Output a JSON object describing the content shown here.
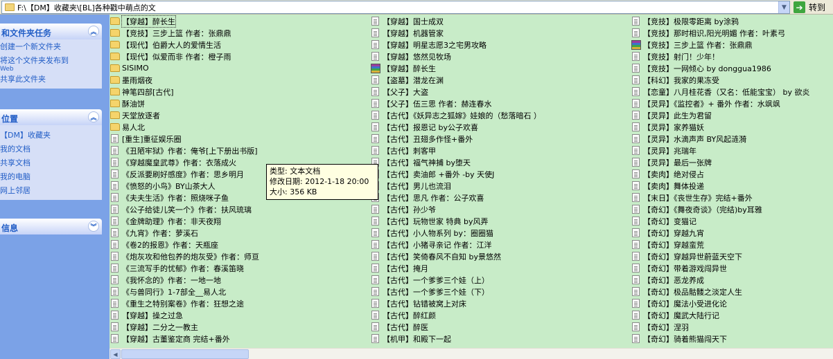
{
  "address": {
    "path": "F:\\【DM】收藏夹\\[BL]各种戳中萌点的文",
    "go_label": "转到"
  },
  "tasks_panel": {
    "title": "和文件夹任务",
    "items": [
      "创建一个新文件夹",
      "将这个文件夹发布到",
      "Web",
      "共享此文件夹"
    ]
  },
  "places_panel": {
    "title": "位置",
    "items": [
      "【DM】收藏夹",
      "我的文档",
      "共享文档",
      "我的电脑",
      "网上邻居"
    ]
  },
  "details_panel": {
    "title": "信息"
  },
  "tooltip": {
    "type_line": "类型: 文本文档",
    "date_line": "修改日期: 2012-1-18 20:00",
    "size_line": "大小: 356 KB"
  },
  "scrollbar": {
    "position": 0.18
  },
  "files": {
    "col1": [
      {
        "icon": "folder",
        "name": "【穿越】醉长生",
        "selected": true
      },
      {
        "icon": "folder",
        "name": "【竞技】三步上篮  作者：张鼎鼎"
      },
      {
        "icon": "folder",
        "name": "【现代】伯爵大人的爱情生活"
      },
      {
        "icon": "folder",
        "name": "【现代】似爱而非  作者：橙子雨"
      },
      {
        "icon": "folder",
        "name": "SISIMO"
      },
      {
        "icon": "folder",
        "name": "墨雨烟夜"
      },
      {
        "icon": "folder",
        "name": "神笔四部[古代]"
      },
      {
        "icon": "folder",
        "name": "酥油饼"
      },
      {
        "icon": "folder",
        "name": "天堂放逐者"
      },
      {
        "icon": "folder",
        "name": "易人北"
      },
      {
        "icon": "doc",
        "name": "[重生]重征娱乐圈"
      },
      {
        "icon": "doc",
        "name": "《丑陋牢狱》作者：俺爷[上下册出书版]"
      },
      {
        "icon": "doc",
        "name": "《穿越魔皇武尊》作者：衣落成火"
      },
      {
        "icon": "doc",
        "name": "《反派要刷好感度》作者：思乡明月"
      },
      {
        "icon": "doc",
        "name": "《愤怒的小鸟》BY山茶大人"
      },
      {
        "icon": "doc",
        "name": "《夫夫生活》作者：照烧咪子鱼"
      },
      {
        "icon": "doc",
        "name": "《公子给徒儿笑一个》作者：扶风琉璃"
      },
      {
        "icon": "doc",
        "name": "《金牌助理》作者：非天夜翔"
      },
      {
        "icon": "doc",
        "name": "《九宵》作者：萝溪石"
      },
      {
        "icon": "doc",
        "name": "《卷2的报恩》作者：天瓶座"
      },
      {
        "icon": "doc",
        "name": "《炮灰攻和他包养的炮灰受》作者：师亘"
      },
      {
        "icon": "doc",
        "name": "《三流写手的忧郁》作者：春溪笛晓"
      },
      {
        "icon": "doc",
        "name": "《我怀念的》作者：一地一地"
      },
      {
        "icon": "doc",
        "name": "《与兽同行》1-7部全__易人北"
      },
      {
        "icon": "doc",
        "name": "《重生之特别案卷》作者：狂想之途"
      },
      {
        "icon": "doc",
        "name": "【穿越】操之过急"
      },
      {
        "icon": "doc",
        "name": "【穿越】二分之一教主"
      },
      {
        "icon": "doc",
        "name": "【穿越】古董鉴定商  完结+番外"
      }
    ],
    "col2": [
      {
        "icon": "doc",
        "name": "【穿越】国士成双"
      },
      {
        "icon": "doc",
        "name": "【穿越】机器管家"
      },
      {
        "icon": "doc",
        "name": "【穿越】明星志愿3之宅男攻略"
      },
      {
        "icon": "doc",
        "name": "【穿越】悠然见牧场"
      },
      {
        "icon": "rar",
        "name": "【穿越】醉长生"
      },
      {
        "icon": "doc",
        "name": "【盗墓】潜龙在渊"
      },
      {
        "icon": "doc",
        "name": "【父子】大盗"
      },
      {
        "icon": "doc",
        "name": "【父子】伍三思  作者：赫连春水"
      },
      {
        "icon": "doc",
        "name": "【古代】《妖异志之狐嫁》娃娘的（愁落暗石  ）"
      },
      {
        "icon": "doc",
        "name": "【古代】报恩记  by公子欢喜"
      },
      {
        "icon": "doc",
        "name": "【古代】丑翅多作怪+番外"
      },
      {
        "icon": "doc",
        "name": "【古代】刺客甲"
      },
      {
        "icon": "doc",
        "name": "【古代】福气神捕  by堕天"
      },
      {
        "icon": "doc",
        "name": "【古代】卖油郎  +番外  -by  天使J"
      },
      {
        "icon": "doc",
        "name": "【古代】男儿也流泪"
      },
      {
        "icon": "doc",
        "name": "【古代】思凡  作者：公子欢喜"
      },
      {
        "icon": "doc",
        "name": "【古代】孙少爷"
      },
      {
        "icon": "doc",
        "name": "【古代】玩物世家  特典  by风弄"
      },
      {
        "icon": "doc",
        "name": "【古代】小人物系列  by：圈圈猫"
      },
      {
        "icon": "doc",
        "name": "【古代】小猪寻亲记  作者：江洋"
      },
      {
        "icon": "doc",
        "name": "【古代】笑倚春风不自知  by景悠然"
      },
      {
        "icon": "doc",
        "name": "【古代】掩月"
      },
      {
        "icon": "doc",
        "name": "【古代】一个爹爹三个娃（上）"
      },
      {
        "icon": "doc",
        "name": "【古代】一个爹爹三个娃（下）"
      },
      {
        "icon": "doc",
        "name": "【古代】钻错被窝上对床"
      },
      {
        "icon": "doc",
        "name": "【古代】醉红颜"
      },
      {
        "icon": "doc",
        "name": "【古代】醉医"
      },
      {
        "icon": "doc",
        "name": "【机甲】和殿下一起"
      }
    ],
    "col3": [
      {
        "icon": "doc",
        "name": "【竞技】极限零距离  by涂鸦"
      },
      {
        "icon": "doc",
        "name": "【竞技】那时相识,阳光明媚  作者：叶素弓"
      },
      {
        "icon": "rar",
        "name": "【竞技】三步上篮  作者：张鼎鼎"
      },
      {
        "icon": "doc",
        "name": "【竞技】射门！少年！"
      },
      {
        "icon": "doc",
        "name": "【竞技】一网倾心  by  donggua1986"
      },
      {
        "icon": "doc",
        "name": "【科幻】我家的果冻受"
      },
      {
        "icon": "doc",
        "name": "【恋童】八月桂花香（又名：低能宝宝）  by  欲炎"
      },
      {
        "icon": "doc",
        "name": "【灵异】《监控者》+  番外  作者：水飒飒"
      },
      {
        "icon": "doc",
        "name": "【灵异】此生为君留"
      },
      {
        "icon": "doc",
        "name": "【灵异】家养猫妖"
      },
      {
        "icon": "doc",
        "name": "【灵异】水滴声声  BY风起涟漪"
      },
      {
        "icon": "doc",
        "name": "【灵异】兆瑞年"
      },
      {
        "icon": "doc",
        "name": "【灵异】最后一张牌"
      },
      {
        "icon": "doc",
        "name": "【卖肉】绝对侵占"
      },
      {
        "icon": "doc",
        "name": "【卖肉】舞体投递"
      },
      {
        "icon": "doc",
        "name": "【末日】《丧世生存》完结+番外"
      },
      {
        "icon": "doc",
        "name": "【奇幻】《舞夜奇谈》（完结)by耳雅"
      },
      {
        "icon": "doc",
        "name": "【奇幻】变猫记"
      },
      {
        "icon": "doc",
        "name": "【奇幻】穿越九宵"
      },
      {
        "icon": "doc",
        "name": "【奇幻】穿越蛮荒"
      },
      {
        "icon": "doc",
        "name": "【奇幻】穿越异世蔚蓝天空下"
      },
      {
        "icon": "doc",
        "name": "【奇幻】带着游戏闯异世"
      },
      {
        "icon": "doc",
        "name": "【奇幻】恶龙养成"
      },
      {
        "icon": "doc",
        "name": "【奇幻】极品骷髅之淡定人生"
      },
      {
        "icon": "doc",
        "name": "【奇幻】魔法小受进化论"
      },
      {
        "icon": "doc",
        "name": "【奇幻】魔武大陆行记"
      },
      {
        "icon": "doc",
        "name": "【奇幻】涅羽"
      },
      {
        "icon": "doc",
        "name": "【奇幻】骑着熊猫闯天下"
      }
    ]
  }
}
